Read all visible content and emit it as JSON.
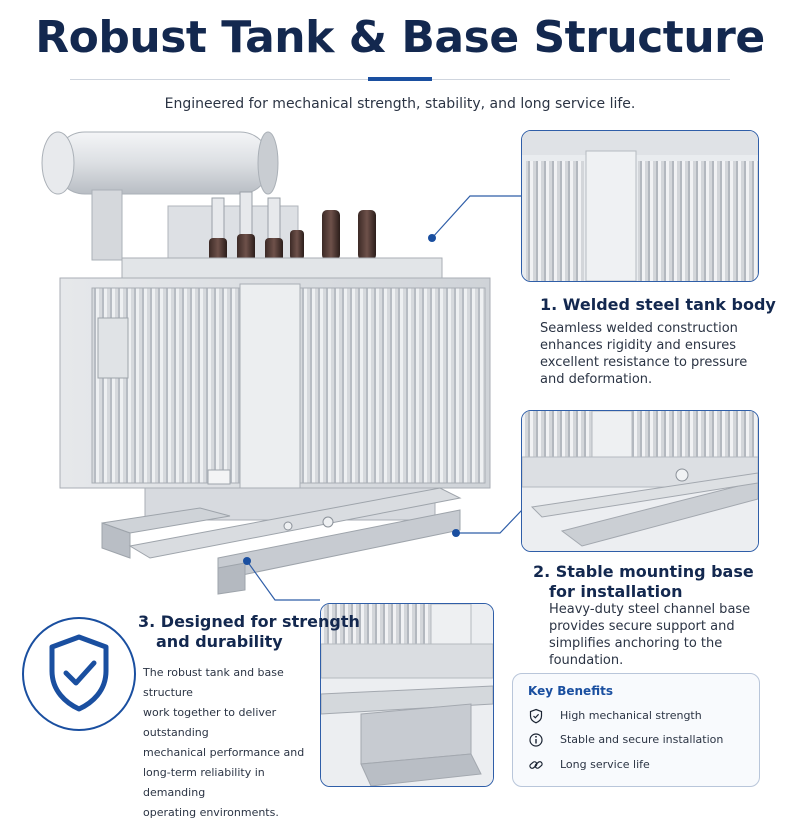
{
  "header": {
    "title": "Robust Tank & Base Structure",
    "subtitle": "Engineered for mechanical strength, stability, and long service life."
  },
  "sections": [
    {
      "heading": "1. Welded steel tank body",
      "body": [
        "Seamless welded construction",
        "enhances rigidity and ensures",
        "excellent resistance to pressure",
        "and deformation."
      ]
    },
    {
      "heading_lines": [
        "2. Stable mounting base",
        "for installation"
      ],
      "body": [
        "Heavy-duty steel channel base",
        "provides secure support and",
        "simplifies anchoring to the",
        "foundation."
      ]
    },
    {
      "heading_lines": [
        "3. Designed for strength",
        "and durability"
      ],
      "body": [
        "The robust tank and base structure",
        "work together to deliver outstanding",
        "mechanical performance and",
        "long-term reliability in demanding",
        "operating environments."
      ]
    }
  ],
  "key_benefits": {
    "title": "Key Benefits",
    "items": [
      {
        "label": "High mechanical strength",
        "icon": "shield-check-icon"
      },
      {
        "label": "Stable and secure installation",
        "icon": "anchor-info-icon"
      },
      {
        "label": "Long service life",
        "icon": "link-chain-icon"
      }
    ]
  },
  "colors": {
    "title": "#13284f",
    "accent": "#1a4fa0",
    "text": "#2b3444",
    "panel_border": "#b9c6da"
  }
}
